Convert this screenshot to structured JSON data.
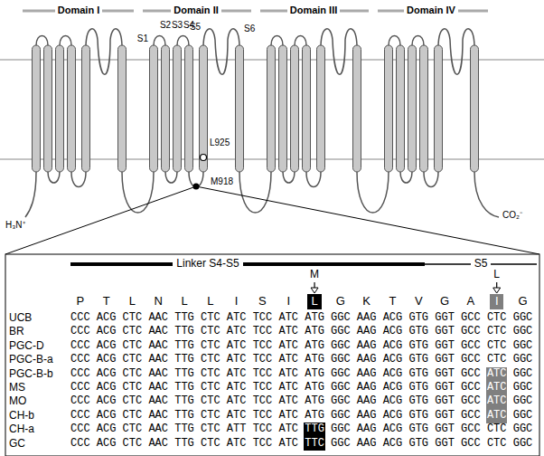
{
  "diagram": {
    "nodes": [
      {
        "text": [
          "L"
        ]
      },
      {
        "text": [
          "I"
        ]
      },
      {
        "text": [
          "ATC"
        ]
      },
      {
        "text": [
          "ATC"
        ]
      },
      {
        "text": [
          "ATC"
        ]
      },
      {
        "text": [
          "ATC"
        ]
      },
      {
        "text": [
          "TTG"
        ]
      },
      {
        "text": [
          "TTC"
        ]
      }
    ],
    "labels": [
      "Domain I",
      "Domain II",
      "Domain III",
      "Domain IV",
      "S1",
      "S2",
      "S3",
      "S4",
      "S5",
      "S6",
      "L925",
      "M918",
      "H₃N⁺",
      "CO₂⁻",
      "Linker S4-S5",
      "S5",
      "M",
      "L",
      "P",
      "T",
      "L",
      "N",
      "L",
      "L",
      "I",
      "S",
      "I",
      "G",
      "K",
      "T",
      "V",
      "G",
      "A",
      "G",
      "UCB",
      "CCC ACG CTC AAC TTG CTC ATC TCC ATC ATG GGC AAG ACG GTG GGT GCC CTC GGC",
      "BR",
      "CCC ACG CTC AAC TTG CTC ATC TCC ATC ATG GGC AAG ACG GTG GGT GCC CTC GGC",
      "PGC-D",
      "CCC ACG CTC AAC TTG CTC ATC TCC ATC ATG GGC AAG ACG GTG GGT GCC CTC GGC",
      "PGC-B-a",
      "CCC ACG CTC AAC TTG CTC ATC TCC ATC ATG GGC AAG ACG GTG GGT GCC CTC GGC",
      "PGC-B-b",
      "CCC ACG CTC AAC TTG CTC ATC TCC ATC ATG GGC AAG ACG GTG GGT GCC",
      "GGC",
      "MS",
      "CCC ACG CTC AAC TTG CTC ATC TCC ATC ATG GGC AAG ACG GTG GGT GCC",
      "GGC",
      "MO",
      "CCC ACG CTC AAC TTG CTC ATC TCC ATC ATG GGC AAG ACG GTG GGT GCC",
      "GGC",
      "CH-b",
      "CCC ACG CTC AAC TTG CTC ATC TCC ATC ATG GGC AAG ACG GTG GGT GCC",
      "GGC",
      "CH-a",
      "CCC ACG CTC AAC TTG CTC ATT TCC ATC",
      "GGC AAG ACG GTG GGT GCC CTC GGC",
      "GC",
      "CCC ACG CTC AAC TTG CTC ATC TCC ATC",
      "GGC AAG ACG GTG GGT GCC CTC GGC"
    ]
  }
}
